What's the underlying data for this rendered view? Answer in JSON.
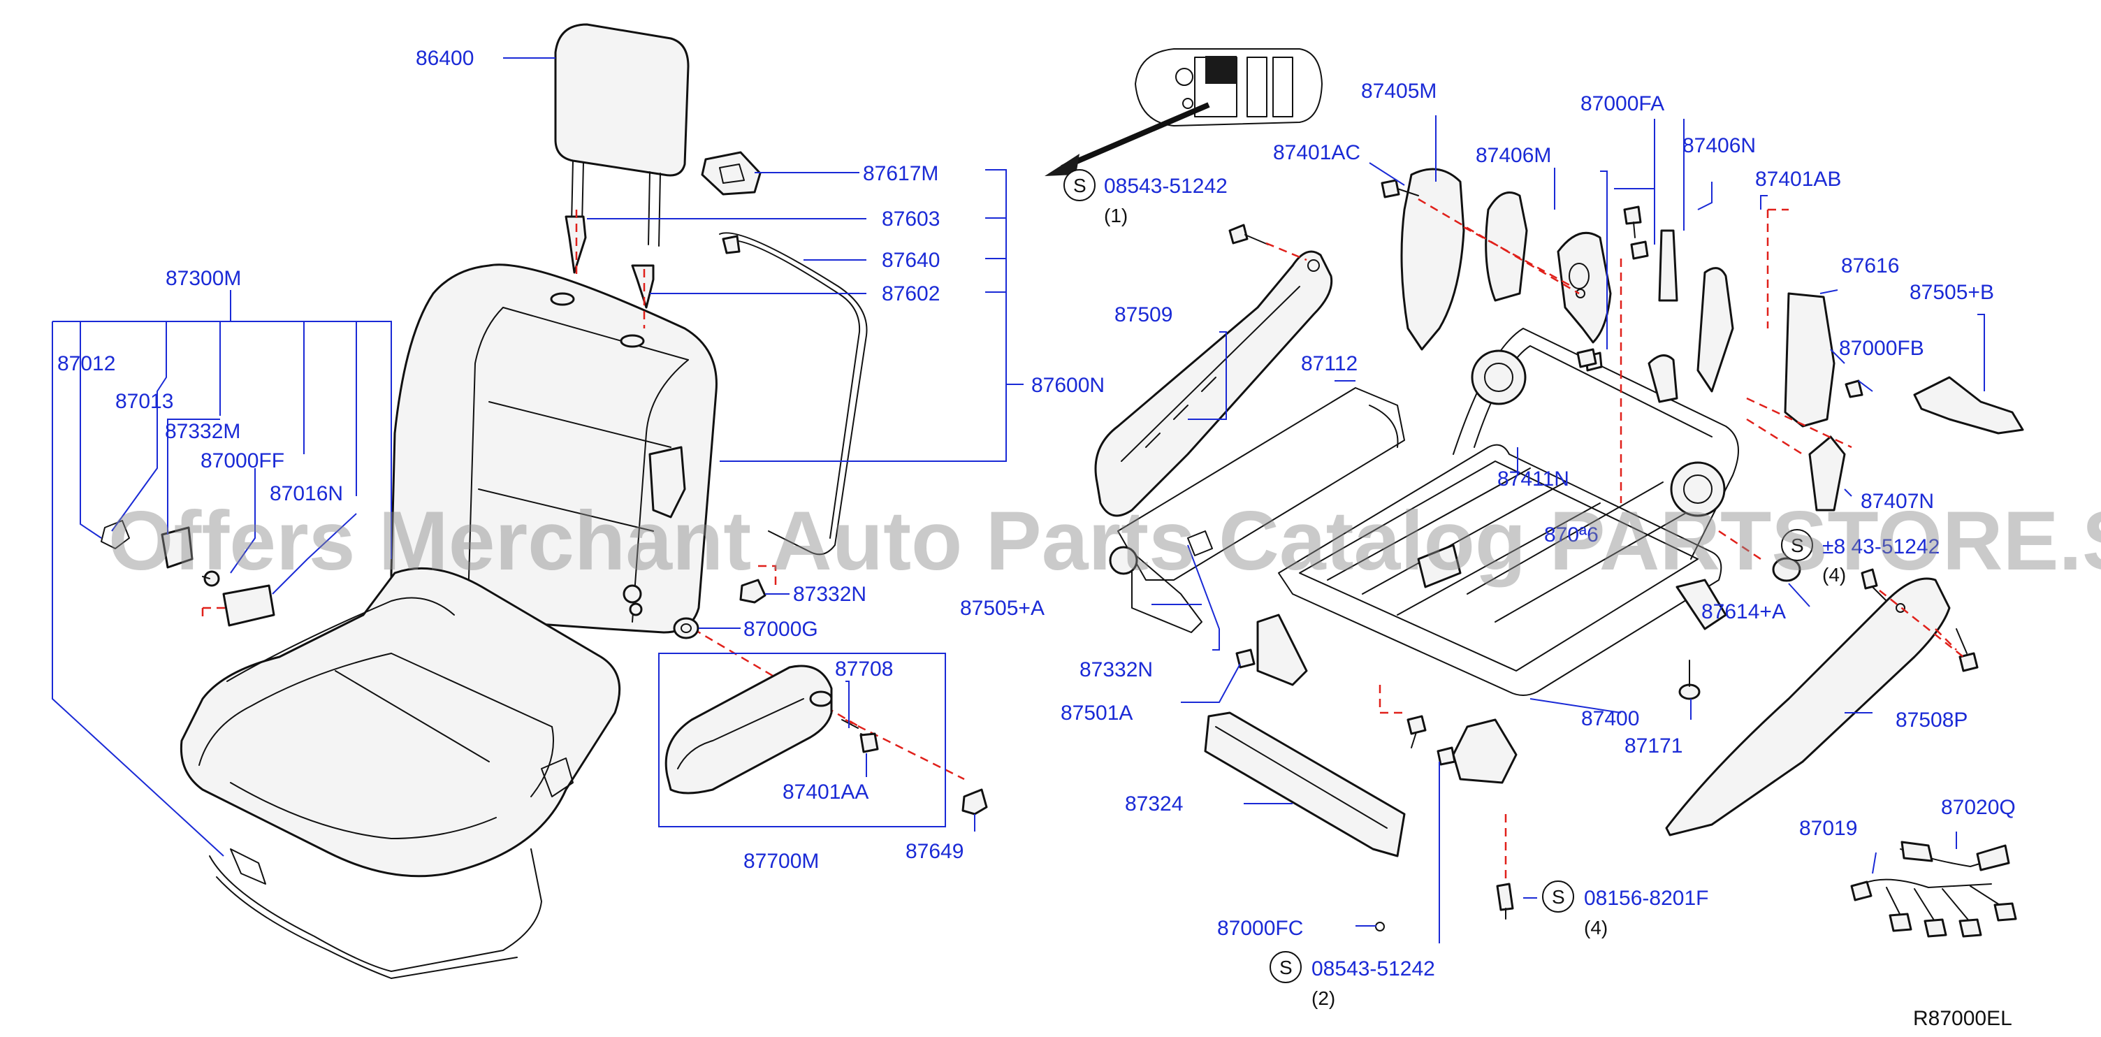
{
  "diagram": {
    "code": "R87000EL",
    "watermark": "Offers Merchant Auto Parts Catalog PARTSTORE.SA",
    "parts": [
      {
        "id": "p86400",
        "label": "86400"
      },
      {
        "id": "p87617M",
        "label": "87617M"
      },
      {
        "id": "p87603",
        "label": "87603"
      },
      {
        "id": "p87640",
        "label": "87640"
      },
      {
        "id": "p87602",
        "label": "87602"
      },
      {
        "id": "p87600N",
        "label": "87600N"
      },
      {
        "id": "p87300M",
        "label": "87300M"
      },
      {
        "id": "p87012",
        "label": "87012"
      },
      {
        "id": "p87013",
        "label": "87013"
      },
      {
        "id": "p87332M",
        "label": "87332M"
      },
      {
        "id": "p87000FF",
        "label": "87000FF"
      },
      {
        "id": "p87016N",
        "label": "87016N"
      },
      {
        "id": "p87332N_a",
        "label": "87332N"
      },
      {
        "id": "p87000G",
        "label": "87000G"
      },
      {
        "id": "p87708",
        "label": "87708"
      },
      {
        "id": "p87401AA",
        "label": "87401AA"
      },
      {
        "id": "p87700M",
        "label": "87700M"
      },
      {
        "id": "p87649",
        "label": "87649"
      },
      {
        "id": "p87509",
        "label": "87509"
      },
      {
        "id": "p87112",
        "label": "87112"
      },
      {
        "id": "p87505A",
        "label": "87505+A"
      },
      {
        "id": "p87332N_b",
        "label": "87332N"
      },
      {
        "id": "p87501A",
        "label": "87501A"
      },
      {
        "id": "p87324",
        "label": "87324"
      },
      {
        "id": "p87000FC",
        "label": "87000FC"
      },
      {
        "id": "p87405M",
        "label": "87405M"
      },
      {
        "id": "p87401AC",
        "label": "87401AC"
      },
      {
        "id": "p87406M",
        "label": "87406M"
      },
      {
        "id": "p87000FA",
        "label": "87000FA"
      },
      {
        "id": "p87406N",
        "label": "87406N"
      },
      {
        "id": "p87401AB",
        "label": "87401AB"
      },
      {
        "id": "p87616",
        "label": "87616"
      },
      {
        "id": "p87505B",
        "label": "87505+B"
      },
      {
        "id": "p87000FB",
        "label": "87000FB"
      },
      {
        "id": "p87411N",
        "label": "87411N"
      },
      {
        "id": "p87006",
        "label": "870ª6"
      },
      {
        "id": "p87407N",
        "label": "87407N"
      },
      {
        "id": "p87614A",
        "label": "87614+A"
      },
      {
        "id": "p87400",
        "label": "87400"
      },
      {
        "id": "p87171",
        "label": "87171"
      },
      {
        "id": "p87508P",
        "label": "87508P"
      },
      {
        "id": "p87019",
        "label": "87019"
      },
      {
        "id": "p87020Q",
        "label": "87020Q"
      }
    ],
    "screws": [
      {
        "id": "s1",
        "symbol": "S",
        "label": "08543-51242",
        "qty": "(1)"
      },
      {
        "id": "s2",
        "symbol": "S",
        "label": "08543-51242",
        "qty": "(2)"
      },
      {
        "id": "s3",
        "symbol": "S",
        "label": "08156-8201F",
        "qty": "(4)"
      },
      {
        "id": "s4",
        "symbol": "S",
        "label": "±8 43-51242",
        "qty": "(4)"
      }
    ]
  }
}
